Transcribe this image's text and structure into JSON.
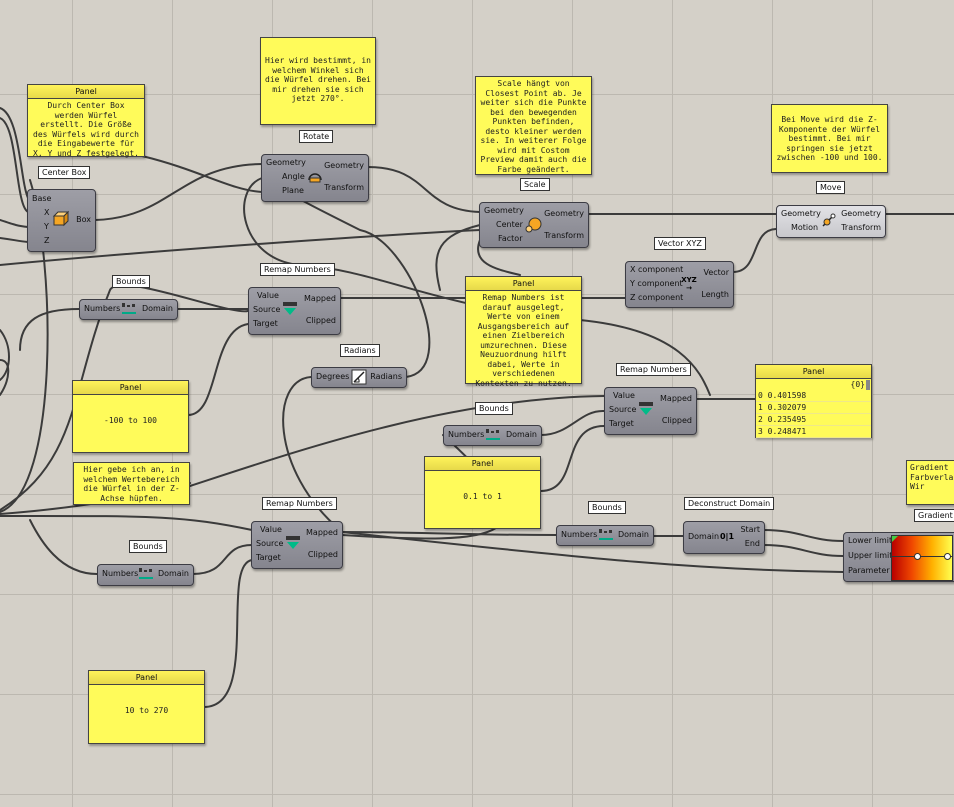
{
  "components": {
    "center_box": {
      "title": "Center Box",
      "inputs": [
        "Base",
        "X",
        "Y",
        "Z"
      ],
      "outputs": [
        "Box"
      ]
    },
    "rotate": {
      "title": "Rotate",
      "inputs": [
        "Geometry",
        "Angle",
        "Plane"
      ],
      "outputs": [
        "Geometry",
        "Transform"
      ]
    },
    "scale": {
      "title": "Scale",
      "inputs": [
        "Geometry",
        "Center",
        "Factor"
      ],
      "outputs": [
        "Geometry",
        "Transform"
      ]
    },
    "move": {
      "title": "Move",
      "inputs": [
        "Geometry",
        "Motion"
      ],
      "outputs": [
        "Geometry",
        "Transform"
      ]
    },
    "vector_xyz": {
      "title": "Vector XYZ",
      "inputs": [
        "X component",
        "Y component",
        "Z component"
      ],
      "outputs": [
        "Vector",
        "Length"
      ]
    },
    "bounds_1": {
      "title": "Bounds",
      "inputs": [
        "Numbers"
      ],
      "outputs": [
        "Domain"
      ]
    },
    "remap_1": {
      "title": "Remap Numbers",
      "inputs": [
        "Value",
        "Source",
        "Target"
      ],
      "outputs": [
        "Mapped",
        "Clipped"
      ]
    },
    "radians": {
      "title": "Radians",
      "inputs": [
        "Degrees"
      ],
      "outputs": [
        "Radians"
      ]
    },
    "remap_2": {
      "title": "Remap Numbers",
      "inputs": [
        "Value",
        "Source",
        "Target"
      ],
      "outputs": [
        "Mapped",
        "Clipped"
      ]
    },
    "bounds_2": {
      "title": "Bounds",
      "inputs": [
        "Numbers"
      ],
      "outputs": [
        "Domain"
      ]
    },
    "remap_3": {
      "title": "Remap Numbers",
      "inputs": [
        "Value",
        "Source",
        "Target"
      ],
      "outputs": [
        "Mapped",
        "Clipped"
      ]
    },
    "bounds_3": {
      "title": "Bounds",
      "inputs": [
        "Numbers"
      ],
      "outputs": [
        "Domain"
      ]
    },
    "bounds_4": {
      "title": "Bounds",
      "inputs": [
        "Numbers"
      ],
      "outputs": [
        "Domain"
      ]
    },
    "deconstruct_domain": {
      "title": "Deconstruct Domain",
      "inputs": [
        "Domain"
      ],
      "outputs": [
        "Start",
        "End"
      ]
    },
    "gradient": {
      "title": "Gradient",
      "inputs": [
        "Lower limit",
        "Upper limit",
        "Parameter"
      ]
    }
  },
  "panels": {
    "center_box_note": {
      "title": "Panel",
      "text": "Durch Center Box werden Würfel erstellt. Die Größe des Würfels wird durch die Eingabewerte für X, Y und Z festgelegt."
    },
    "rotate_note": {
      "text": "Hier wird bestimmt, in welchem Winkel sich die Würfel drehen. Bei mir drehen sie sich jetzt 270°."
    },
    "scale_note": {
      "text": "Scale hängt von Closest Point ab. Je weiter sich die Punkte bei den bewegenden Punkten befinden, desto kleiner werden sie. In weiterer Folge wird mit Costom Preview damit auch die Farbe geändert."
    },
    "move_note": {
      "text": "Bei Move wird die Z-Komponente der Würfel bestimmt. Bei mir springen sie jetzt zwischen -100 und 100."
    },
    "remap_note": {
      "title": "Panel",
      "text": "Remap Numbers ist darauf ausgelegt, Werte von einem Ausgangsbereich auf einen Zielbereich umzurechnen. Diese Neuzuordnung hilft dabei, Werte in verschiedenen Kontexten zu nutzen."
    },
    "range_100": {
      "title": "Panel",
      "text": "-100 to 100"
    },
    "z_note": {
      "text": "Hier gebe ich an, in welchem Wertebereich die Würfel in der Z-Achse hüpfen."
    },
    "range_01": {
      "title": "Panel",
      "text": "0.1 to 1"
    },
    "range_270": {
      "title": "Panel",
      "text": "10 to 270"
    },
    "output_panel": {
      "title": "Panel",
      "path": "{0}",
      "rows": [
        {
          "index": "0",
          "value": "0.401598"
        },
        {
          "index": "1",
          "value": "0.302079"
        },
        {
          "index": "2",
          "value": "0.235495"
        },
        {
          "index": "3",
          "value": "0.248471"
        }
      ]
    },
    "gradient_note": {
      "text": "Gradient l Farbverlau Wir"
    }
  }
}
